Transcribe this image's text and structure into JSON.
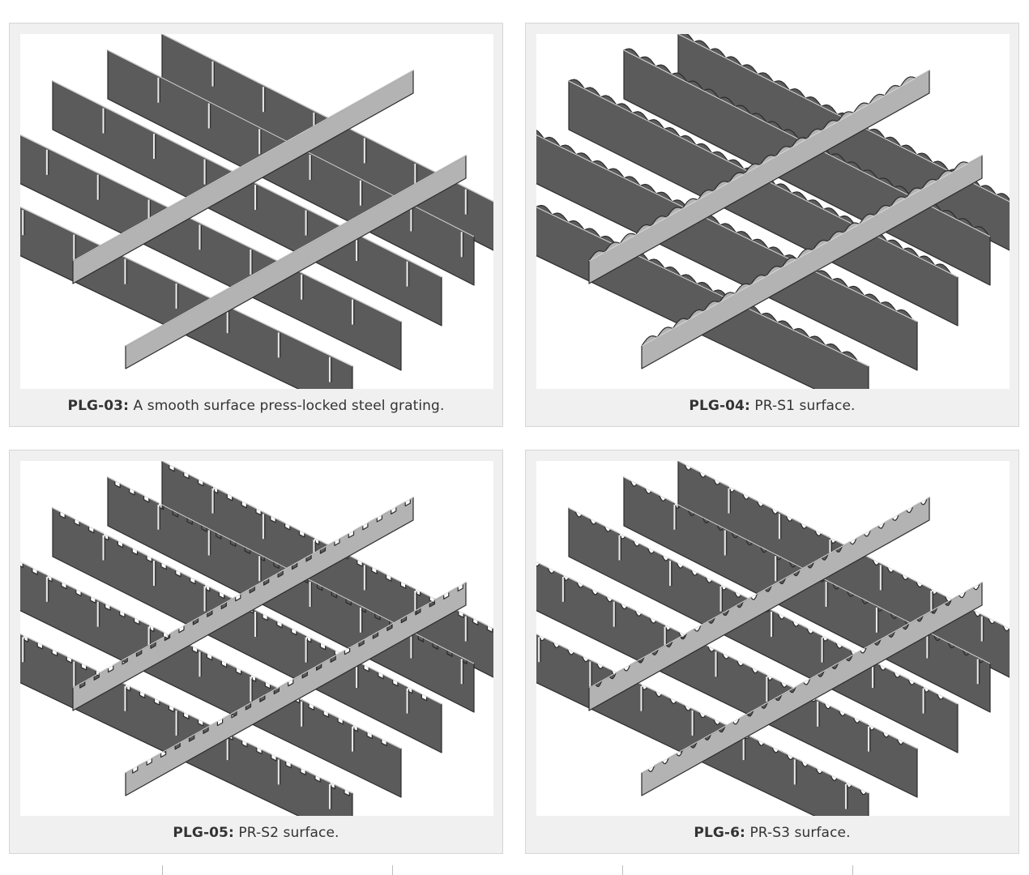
{
  "cards": [
    {
      "code": "PLG-03:",
      "desc": "A smooth surface press-locked steel grating.",
      "surface": "smooth"
    },
    {
      "code": "PLG-04:",
      "desc": "PR-S1 surface.",
      "surface": "wavy"
    },
    {
      "code": "PLG-05:",
      "desc": "PR-S2 surface.",
      "surface": "square-notch"
    },
    {
      "code": "PLG-6:",
      "desc": "PR-S3 surface.",
      "surface": "round-notch"
    }
  ],
  "colors": {
    "bar_dark": "#5b5b5b",
    "bar_light": "#b3b3b3",
    "edge": "#2c2c2c",
    "card_bg": "#f0f0f0"
  }
}
